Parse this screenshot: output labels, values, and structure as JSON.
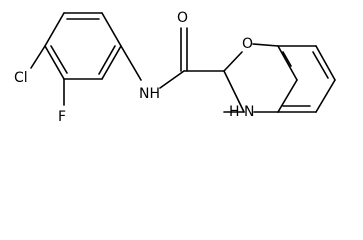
{
  "molecule": {
    "atoms": {
      "cl": "Cl",
      "f": "F",
      "nh_amide": "NH",
      "o_carbonyl": "O",
      "o_ring": "O",
      "nh_ring": "H",
      "n_ring": "N"
    },
    "colors": {
      "bond": "#000000",
      "text": "#000000",
      "background": "#ffffff"
    }
  }
}
